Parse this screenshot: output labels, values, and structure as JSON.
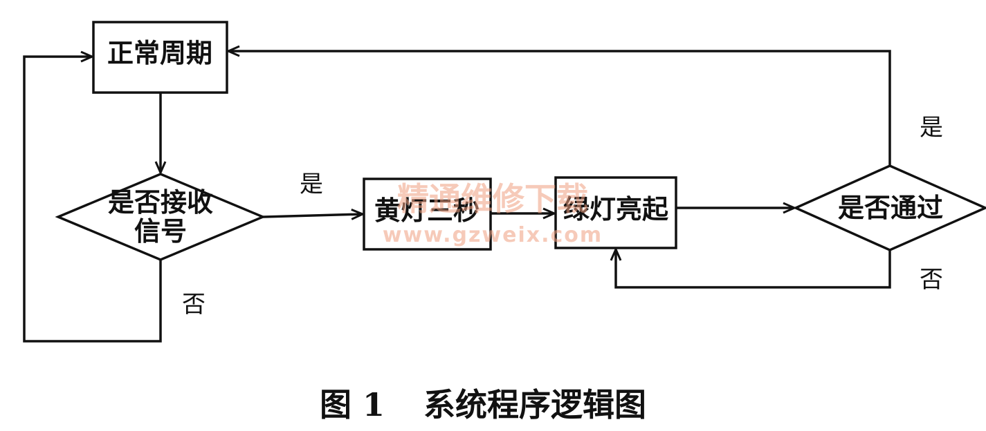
{
  "nodes": {
    "normal_cycle": "正常周期",
    "receive_signal_line1": "是否接收",
    "receive_signal_line2": "信号",
    "yellow_light": "黄灯三秒",
    "green_light": "绿灯亮起",
    "passed": "是否通过"
  },
  "edges": {
    "receive_yes": "是",
    "receive_no": "否",
    "passed_yes": "是",
    "passed_no": "否"
  },
  "caption": {
    "label": "图 1",
    "title": "系统程序逻辑图"
  },
  "watermark": {
    "text": "精通维修下载",
    "url": "www.gzweix.com"
  }
}
